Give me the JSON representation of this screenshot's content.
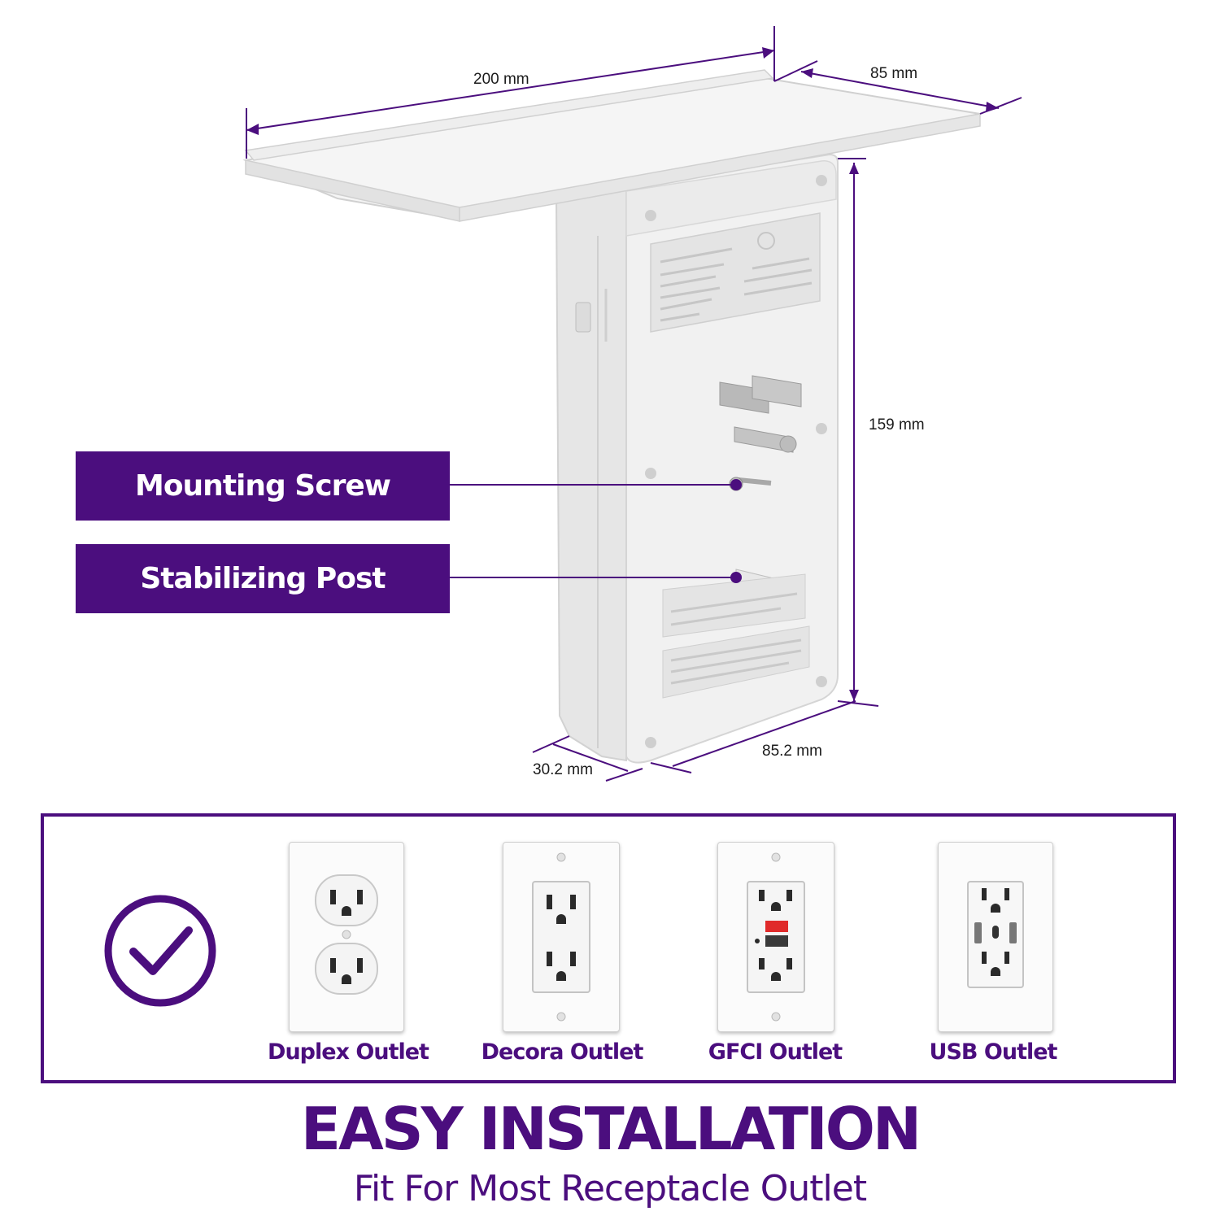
{
  "dimensions": {
    "width": "200 mm",
    "depth": "85 mm",
    "height": "159 mm",
    "base_width": "85.2 mm",
    "thickness": "30.2 mm"
  },
  "callouts": {
    "mounting_screw": "Mounting Screw",
    "stabilizing_post": "Stabilizing Post"
  },
  "outlets": [
    {
      "label": "Duplex Outlet"
    },
    {
      "label": "Decora Outlet"
    },
    {
      "label": "GFCI Outlet"
    },
    {
      "label": "USB Outlet"
    }
  ],
  "headline": "EASY INSTALLATION",
  "subheadline": "Fit For Most Receptacle Outlet",
  "colors": {
    "brand_purple": "#4b0e7e",
    "gfci_test_button": "#e02a2a"
  },
  "icons": {
    "compatibility": "check-circle-icon"
  }
}
